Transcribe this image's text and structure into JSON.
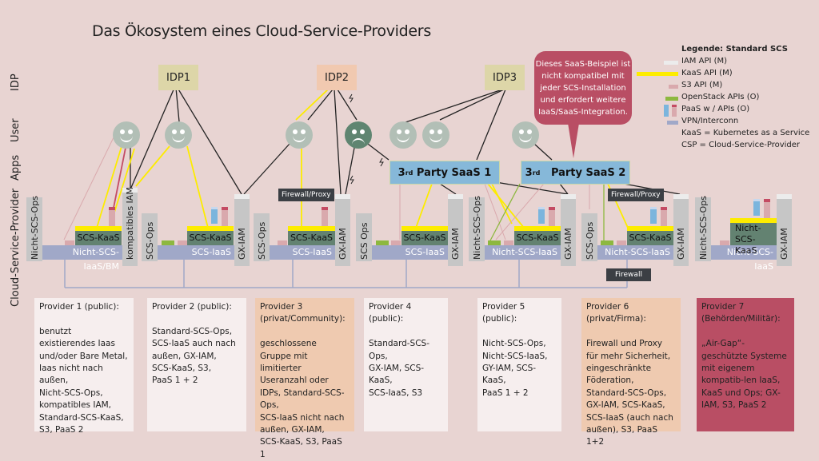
{
  "title": "Das Ökosystem eines Cloud-Service-Providers",
  "row_labels": {
    "idp": "IDP",
    "user": "User",
    "apps": "Apps",
    "csp": "Cloud-Service-Provider"
  },
  "idps": [
    {
      "label": "IDP1",
      "color": "#ddd6a8"
    },
    {
      "label": "IDP2",
      "color": "#f1c9b0"
    },
    {
      "label": "IDP3",
      "color": "#ddd6a8"
    }
  ],
  "users": [
    {
      "mood": "happy"
    },
    {
      "mood": "happy"
    },
    {
      "mood": "happy"
    },
    {
      "mood": "sad"
    },
    {
      "mood": "happy"
    },
    {
      "mood": "happy"
    },
    {
      "mood": "happy"
    }
  ],
  "apps": [
    {
      "prefix": "3",
      "sup": "rd",
      "label": "Party SaaS 1"
    },
    {
      "prefix": "3",
      "sup": "rd",
      "label": "Party SaaS 2"
    }
  ],
  "callout": "Dieses SaaS-Beispiel ist nicht kompatibel mit jeder SCS-Installation und erfordert weitere IaaS/SaaS-Integration.",
  "legend": {
    "header": "Legende: Standard SCS",
    "items": [
      {
        "label": "IAM API (M)",
        "color": "#ececec"
      },
      {
        "label": "KaaS API (M)",
        "color": "#fdec00"
      },
      {
        "label": "S3 API (M)",
        "color": "#d9a9ad"
      },
      {
        "label": "OpenStack APIs (O)",
        "color": "#8db83f"
      },
      {
        "label": "PaaS w / APIs (O)",
        "color": "#7bb5dd"
      },
      {
        "label": "VPN/Interconn",
        "color": "#a0a8c8"
      }
    ],
    "notes": [
      "KaaS = Kubernetes as a Service",
      "CSP = Cloud-Service-Provider"
    ]
  },
  "providers": [
    {
      "ops": "Nicht-SCS-Ops",
      "iaas": "Nicht-SCS-IaaS/BM",
      "kaas": "SCS-KaaS",
      "iam": "kompatibles IAM"
    },
    {
      "ops": "SCS-Ops",
      "iaas": "SCS-IaaS",
      "kaas": "SCS-KaaS",
      "iam": "GX-IAM"
    },
    {
      "ops": "SCS-Ops",
      "iaas": "SCS-IaaS",
      "kaas": "SCS-KaaS",
      "iam": "GX-IAM",
      "badge": "Firewall/Proxy"
    },
    {
      "ops": "SCS Ops",
      "iaas": "SCS-IaaS",
      "kaas": "SCS-KaaS",
      "iam": "GX-IAM"
    },
    {
      "ops": "Nicht-SCS-Ops",
      "iaas": "Nicht-SCS-IaaS",
      "kaas": "SCS-KaaS",
      "iam": "GX-IAM"
    },
    {
      "ops": "SCS-Ops",
      "iaas": "Nicht-SCS-IaaS",
      "kaas": "SCS-KaaS",
      "iam": "GX-IAM",
      "badge": "Firewall/Proxy",
      "badge2": "Firewall"
    },
    {
      "ops": "Nicht-SCS-Ops",
      "iaas": "Nicht-SCS-IaaS",
      "kaas": "Nicht-\nSCS-KaaS",
      "iam": "GX-IAM"
    }
  ],
  "cards": [
    {
      "title": "Provider 1 (public):",
      "body": "benutzt existierendes Iaas und/oder Bare Metal, Iaas nicht nach außen,\nNicht-SCS-Ops,\nkompatibles IAM,\nStandard-SCS-KaaS,\nS3, PaaS 2",
      "style": "white"
    },
    {
      "title": "Provider 2 (public):",
      "body": "Standard-SCS-Ops,\nSCS-IaaS auch nach außen, GX-IAM,\nSCS-KaaS, S3,\nPaaS 1 + 2",
      "style": "white"
    },
    {
      "title": "Provider 3\n(privat/Community):",
      "body": "geschlossene Gruppe mit limitierter Useranzahl oder IDPs, Standard-SCS-Ops,\nSCS-IaaS nicht nach außen, GX-IAM,\nSCS-KaaS, S3, PaaS 1",
      "style": "orange"
    },
    {
      "title": "Provider 4 (public):",
      "body": "Standard-SCS-Ops,\nGX-IAM, SCS-KaaS,\nSCS-IaaS, S3",
      "style": "white"
    },
    {
      "title": "Provider 5 (public):",
      "body": "Nicht-SCS-Ops,\nNicht-SCS-IaaS,\nGY-IAM, SCS-KaaS,\nPaaS 1 + 2",
      "style": "white"
    },
    {
      "title": "Provider 6 (privat/Firma):",
      "body": "Firewall und Proxy für mehr Sicherheit, eingeschränkte Föderation,\nStandard-SCS-Ops,\nGX-IAM, SCS-KaaS,\nSCS-IaaS (auch nach außen), S3, PaaS 1+2",
      "style": "orange"
    },
    {
      "title": "Provider 7\n(Behörden/Militär):",
      "body": "„Air-Gap“-geschützte Systeme mit eigenem kompatib-len IaaS, KaaS und Ops; GX-IAM, S3, PaaS 2",
      "style": "red"
    }
  ]
}
